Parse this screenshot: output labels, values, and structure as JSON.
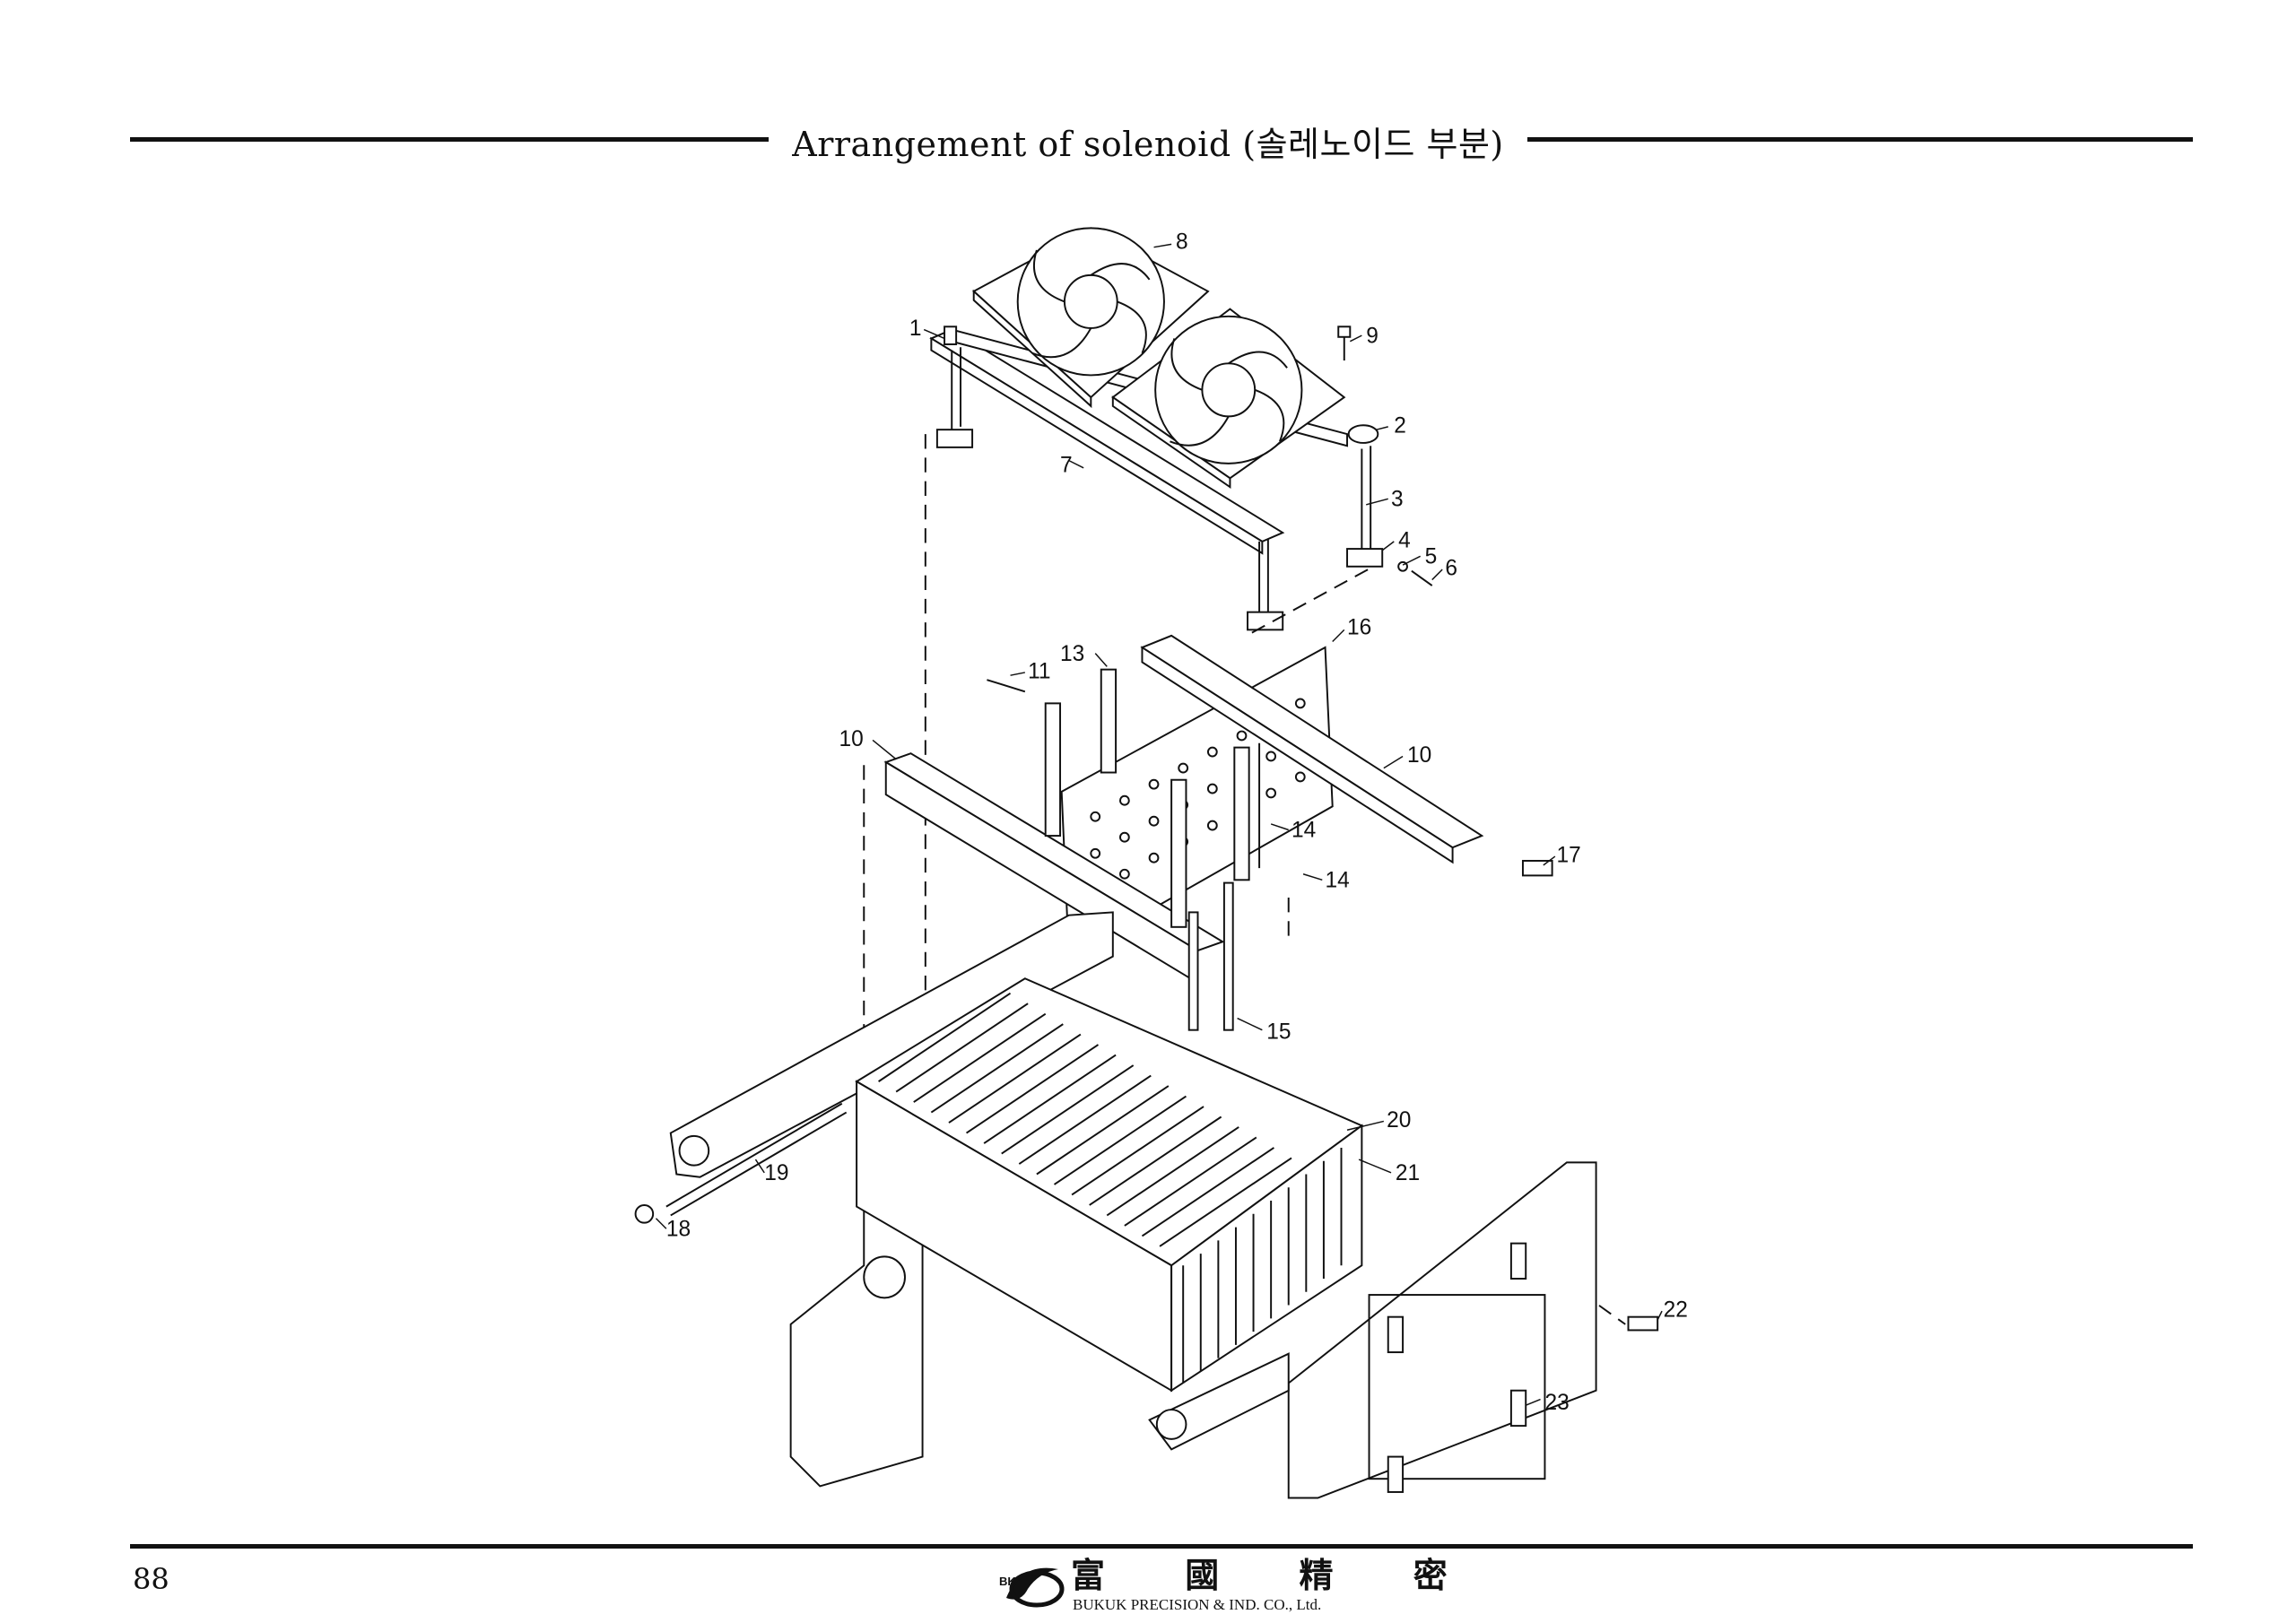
{
  "header": {
    "title": "Arrangement of solenoid (솔레노이드 부분)"
  },
  "footer": {
    "page_number": "88",
    "company_cjk": "富 國 精 密",
    "company_name": "BUKUK PRECISION & IND. CO., Ltd.",
    "logo_mark": "BK"
  },
  "callouts": {
    "c1": "1",
    "c2": "2",
    "c3": "3",
    "c4": "4",
    "c5": "5",
    "c6": "6",
    "c7": "7",
    "c8": "8",
    "c9": "9",
    "c10a": "10",
    "c10b": "10",
    "c11": "11",
    "c13": "13",
    "c14a": "14",
    "c14b": "14",
    "c15": "15",
    "c16": "16",
    "c17": "17",
    "c18": "18",
    "c19": "19",
    "c20": "20",
    "c21": "21",
    "c22": "22",
    "c23": "23"
  }
}
